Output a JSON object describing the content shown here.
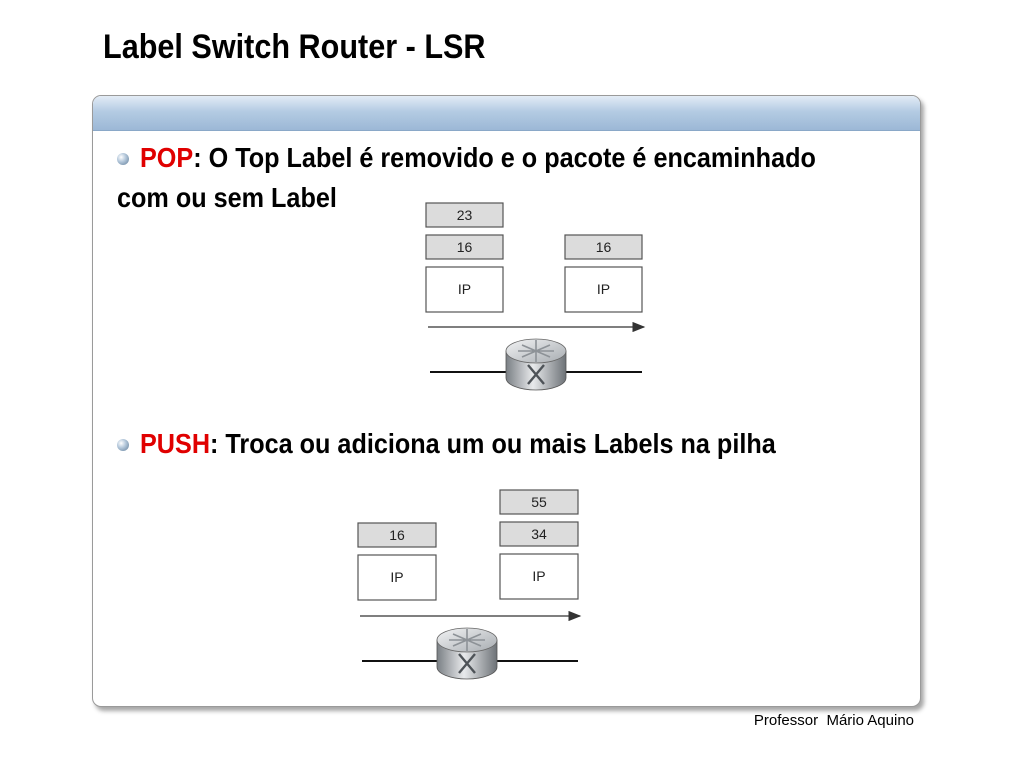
{
  "title": "Label Switch Router - LSR",
  "pop": {
    "keyword": "POP",
    "text_line1": ": O Top Label é removido e o pacote é encaminhado",
    "text_line2": "com ou sem Label",
    "before_stack": [
      "23",
      "16",
      "IP"
    ],
    "after_stack": [
      "16",
      "IP"
    ]
  },
  "push": {
    "keyword": "PUSH",
    "text": ": Troca ou adiciona um ou mais Labels na pilha",
    "before_stack": [
      "16",
      "IP"
    ],
    "after_stack": [
      "55",
      "34",
      "IP"
    ]
  },
  "footer": "Professor  Mário Aquino"
}
